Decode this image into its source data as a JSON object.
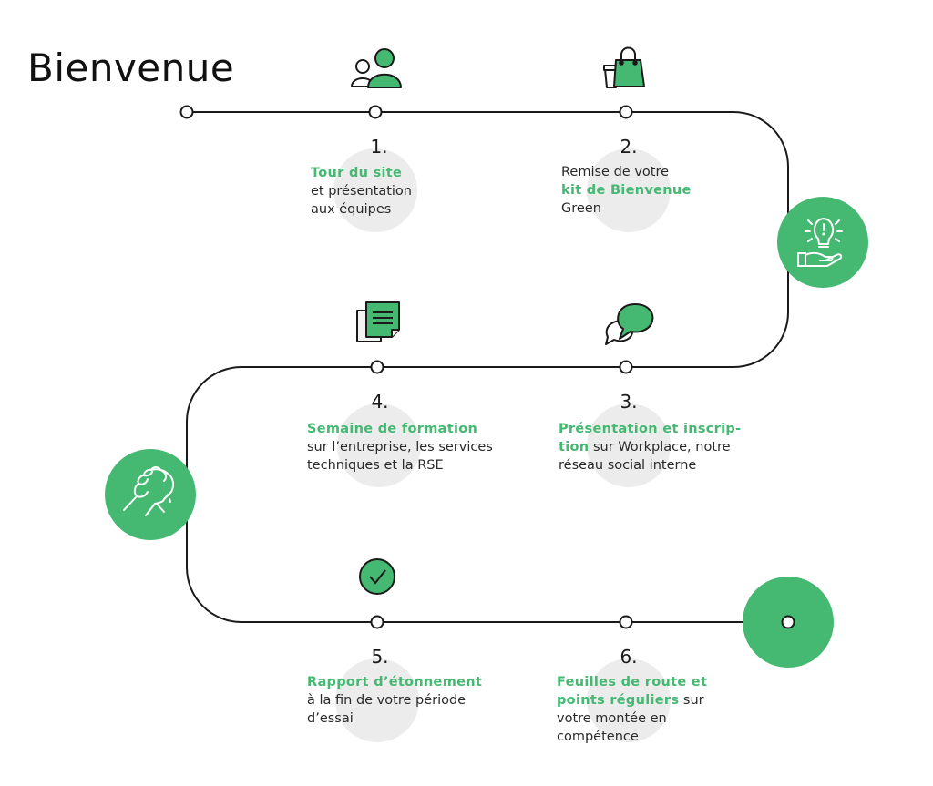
{
  "title": "Bienvenue",
  "colors": {
    "accent": "#45b872",
    "line": "#1a1a1a",
    "bubble": "#ececec"
  },
  "steps": [
    {
      "number": "1.",
      "icon": "team-icon",
      "lines": [
        [
          {
            "t": "Tour du site",
            "hl": true
          }
        ],
        [
          {
            "t": "et présentation",
            "hl": false
          }
        ],
        [
          {
            "t": "aux équipes",
            "hl": false
          }
        ]
      ]
    },
    {
      "number": "2.",
      "icon": "shopping-bag-icon",
      "lines": [
        [
          {
            "t": "Remise de votre",
            "hl": false
          }
        ],
        [
          {
            "t": "kit de Bienvenue",
            "hl": true
          }
        ],
        [
          {
            "t": "Green",
            "hl": false
          }
        ]
      ]
    },
    {
      "number": "3.",
      "icon": "chat-bubbles-icon",
      "lines": [
        [
          {
            "t": "Présentation et inscrip-",
            "hl": true
          }
        ],
        [
          {
            "t": "tion",
            "hl": true
          },
          {
            "t": " sur Workplace, notre",
            "hl": false
          }
        ],
        [
          {
            "t": "réseau social interne",
            "hl": false
          }
        ]
      ]
    },
    {
      "number": "4.",
      "icon": "documents-icon",
      "lines": [
        [
          {
            "t": "Semaine de formation",
            "hl": true
          }
        ],
        [
          {
            "t": "sur l’entreprise, les services",
            "hl": false
          }
        ],
        [
          {
            "t": "techniques et la RSE",
            "hl": false
          }
        ]
      ]
    },
    {
      "number": "5.",
      "icon": "check-circle-icon",
      "lines": [
        [
          {
            "t": "Rapport d’étonnement",
            "hl": true
          }
        ],
        [
          {
            "t": "à la fin de votre période",
            "hl": false
          }
        ],
        [
          {
            "t": "d’essai",
            "hl": false
          }
        ]
      ]
    },
    {
      "number": "6.",
      "icon": "",
      "lines": [
        [
          {
            "t": "Feuilles de route et",
            "hl": true
          }
        ],
        [
          {
            "t": "points réguliers",
            "hl": true
          },
          {
            "t": " sur",
            "hl": false
          }
        ],
        [
          {
            "t": "votre montée en",
            "hl": false
          }
        ],
        [
          {
            "t": "compétence",
            "hl": false
          }
        ]
      ]
    }
  ],
  "badges": [
    {
      "icon": "lightbulb-hand-icon"
    },
    {
      "icon": "handshake-icon"
    },
    {
      "icon": "end-marker"
    }
  ]
}
